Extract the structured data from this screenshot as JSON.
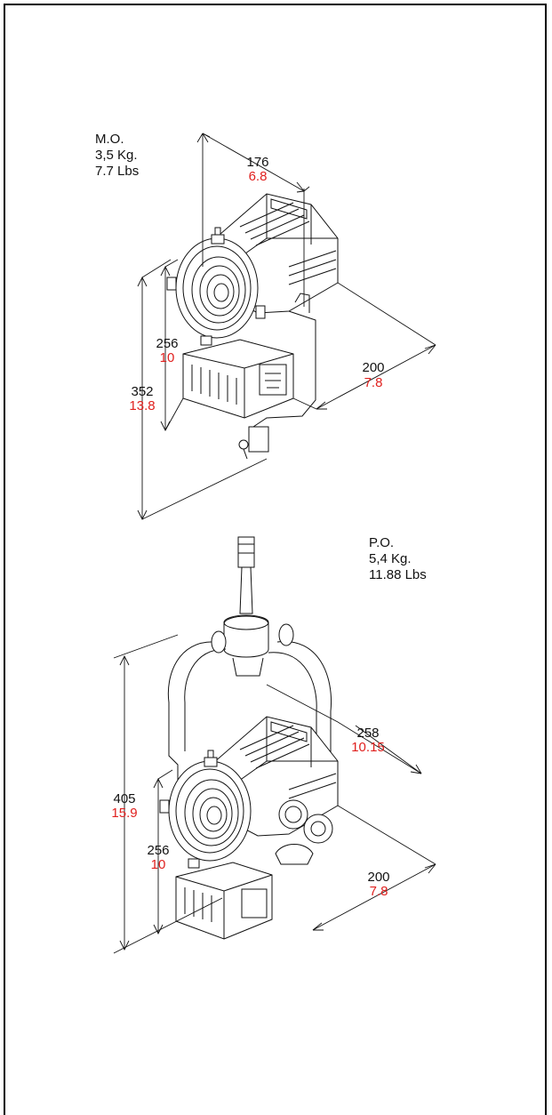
{
  "colors": {
    "line": "#111111",
    "metric": "#111111",
    "imperial": "#e0201e"
  },
  "mo": {
    "title": "M.O.",
    "weight_kg": "3,5 Kg.",
    "weight_lbs": "7.7 Lbs",
    "width": {
      "metric": "176",
      "imperial": "6.8"
    },
    "depth": {
      "metric": "200",
      "imperial": "7.8"
    },
    "body_height": {
      "metric": "256",
      "imperial": "10"
    },
    "total_height": {
      "metric": "352",
      "imperial": "13.8"
    }
  },
  "po": {
    "title": "P.O.",
    "weight_kg": "5,4 Kg.",
    "weight_lbs": "11.88 Lbs",
    "yoke_depth": {
      "metric": "258",
      "imperial": "10.15"
    },
    "depth": {
      "metric": "200",
      "imperial": "7.8"
    },
    "body_height": {
      "metric": "256",
      "imperial": "10"
    },
    "total_height": {
      "metric": "405",
      "imperial": "15.9"
    }
  }
}
